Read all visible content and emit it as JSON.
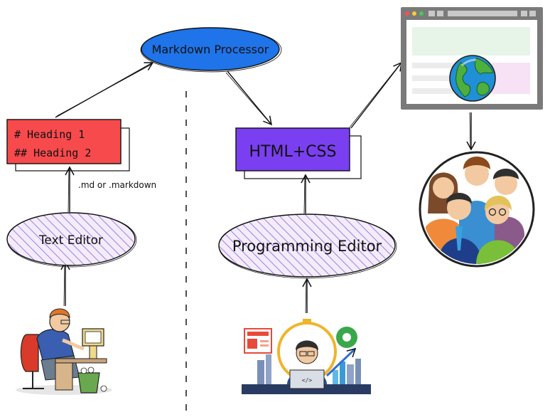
{
  "nodes": {
    "markdown_processor": {
      "label": "Markdown Processor"
    },
    "markdown_file": {
      "line1": "# Heading 1",
      "line2": "## Heading 2"
    },
    "text_editor": {
      "label": "Text Editor"
    },
    "html_css": {
      "label": "HTML+CSS"
    },
    "programming_editor": {
      "label": "Programming Editor"
    }
  },
  "edges": {
    "file_extension_note": ".md or .markdown"
  },
  "graphics": {
    "writer_icon": "writer-at-desk-illustration",
    "developer_icon": "developer-illustration",
    "browser_icon": "browser-window-icon",
    "globe_icon": "globe-icon",
    "audience_icon": "people-group-illustration"
  },
  "colors": {
    "processor_fill": "#1e74e8",
    "markdown_fill": "#f74a4d",
    "html_fill": "#7a3ff0",
    "editor_hatch": "#a57cdf",
    "browser_frame": "#7a7a7a"
  }
}
